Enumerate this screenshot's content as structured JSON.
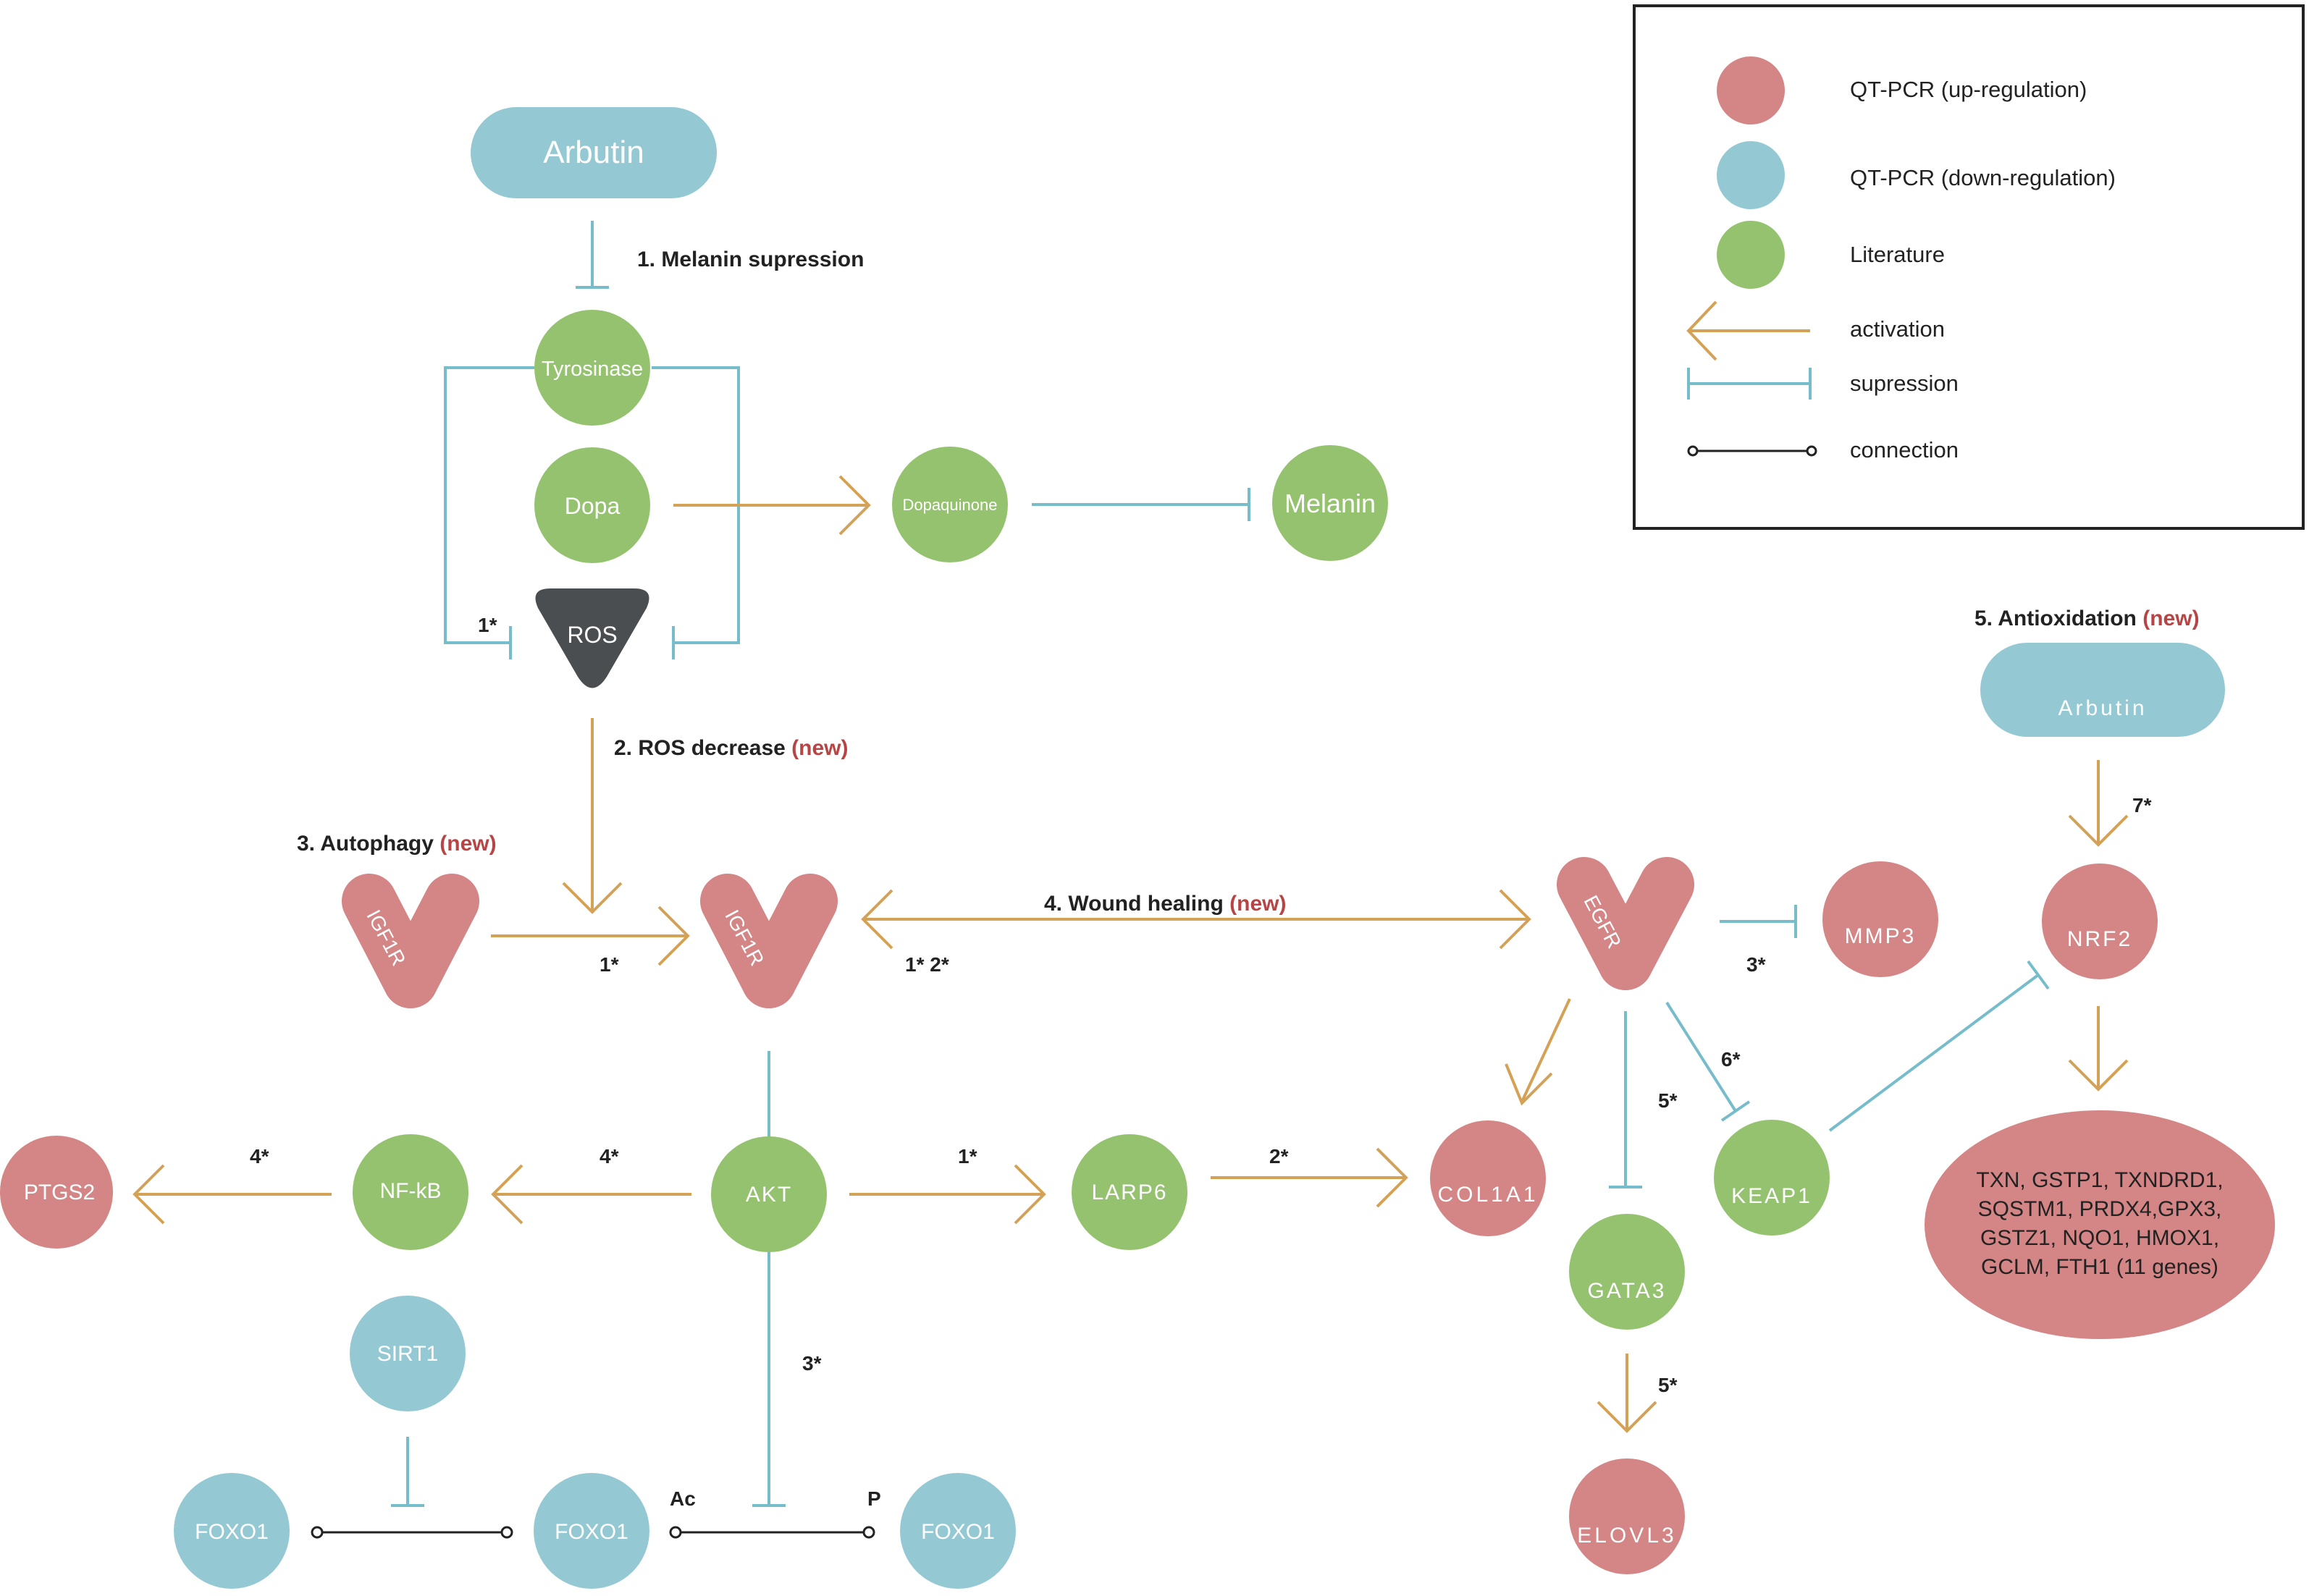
{
  "colors": {
    "up": "#d48585",
    "down": "#94c9d4",
    "literature": "#95c26f",
    "ros": "#4b4e50",
    "activation": "#d3a257",
    "suppression": "#76bccb",
    "connection": "#222222",
    "new_tag": "#b84545"
  },
  "legend": {
    "up": "QT-PCR (up-regulation)",
    "down": "QT-PCR (down-regulation)",
    "literature": "Literature",
    "activation": "activation",
    "suppression": "supression",
    "connection": "connection"
  },
  "sections": {
    "s1": {
      "text": "1. Melanin supression",
      "tag": ""
    },
    "s2": {
      "text": "2. ROS decrease",
      "tag": "(new)"
    },
    "s3": {
      "text": "3. Autophagy",
      "tag": "(new)"
    },
    "s4": {
      "text": "4. Wound healing",
      "tag": "(new)"
    },
    "s5": {
      "text": "5. Antioxidation",
      "tag": "(new)"
    }
  },
  "nodes": {
    "arbutin_top": "Arbutin",
    "arbutin_right": "Arbutin",
    "tyrosinase": "Tyrosinase",
    "dopa": "Dopa",
    "dopaquinone": "Dopaquinone",
    "melanin": "Melanin",
    "ros": "ROS",
    "igf1r_left": "IGF1R",
    "igf1r_center": "IGF1R",
    "egfr": "EGFR",
    "mmp3": "MMP3",
    "nrf2": "NRF2",
    "ptgs2": "PTGS2",
    "nfkb": "NF-kB",
    "akt": "AKT",
    "larp6": "LARP6",
    "col1a1": "COL1A1",
    "gata3": "GATA3",
    "keap1": "KEAP1",
    "sirt1": "SIRT1",
    "foxo1_left": "FOXO1",
    "foxo1_mid": "FOXO1",
    "foxo1_right": "FOXO1",
    "elovl3": "ELOVL3",
    "genes_line1": "TXN, GSTP1, TXNDRD1,",
    "genes_line2": "SQSTM1, PRDX4,GPX3,",
    "genes_line3": "GSTZ1, NQO1, HMOX1,",
    "genes_line4": "GCLM, FTH1 (11 genes)"
  },
  "refs": {
    "ros_left": "1*",
    "igf1r_to_igf1r": "1*",
    "wound": "1* 2*",
    "akt_larp6": "1*",
    "larp6_col": "2*",
    "akt_foxo": "3*",
    "egfr_mmp3": "3*",
    "akt_nfkb": "4*",
    "nfkb_ptgs2": "4*",
    "egfr_gata3": "5*",
    "gata3_elovl3": "5*",
    "egfr_keap1": "6*",
    "arbutin_nrf2": "7*"
  },
  "marks": {
    "ac": "Ac",
    "p": "P"
  }
}
